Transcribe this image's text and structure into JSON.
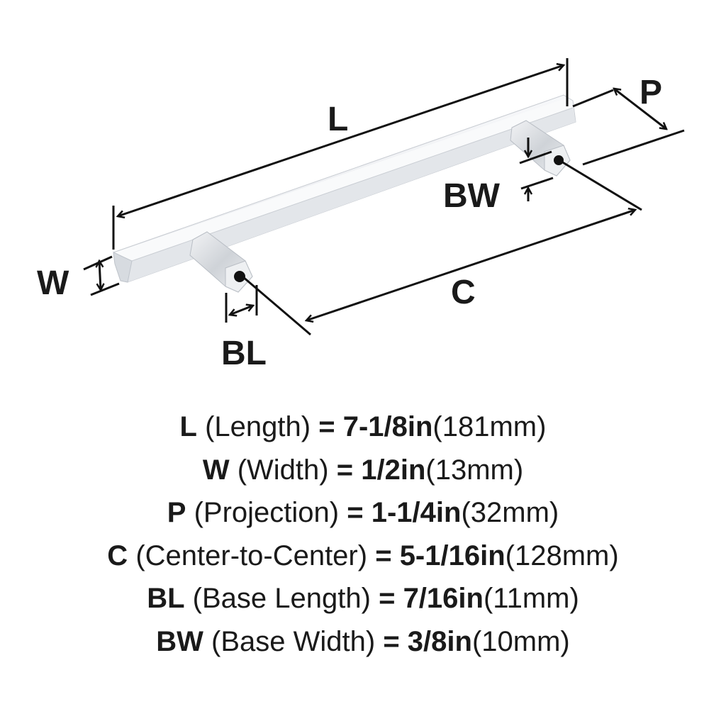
{
  "labels": {
    "L": "L",
    "P": "P",
    "W": "W",
    "BW": "BW",
    "C": "C",
    "BL": "BL"
  },
  "specs": [
    {
      "key": "L",
      "name": "(Length)",
      "eq": "=",
      "value": "7-1/8in",
      "metric": "(181mm)"
    },
    {
      "key": "W",
      "name": "(Width)",
      "eq": "=",
      "value": "1/2in",
      "metric": "(13mm)"
    },
    {
      "key": "P",
      "name": "(Projection)",
      "eq": "=",
      "value": "1-1/4in",
      "metric": "(32mm)"
    },
    {
      "key": "C",
      "name": "(Center-to-Center)",
      "eq": "=",
      "value": "5-1/16in",
      "metric": "(128mm)"
    },
    {
      "key": "BL",
      "name": "(Base Length)",
      "eq": "=",
      "value": "7/16in",
      "metric": "(11mm)"
    },
    {
      "key": "BW",
      "name": "(Base Width)",
      "eq": "=",
      "value": "3/8in",
      "metric": "(10mm)"
    }
  ],
  "colors": {
    "ink": "#1a1a1a",
    "chrome_light": "#f4f5f7",
    "chrome_mid": "#dfe2e6",
    "chrome_dark": "#b9bec5"
  }
}
